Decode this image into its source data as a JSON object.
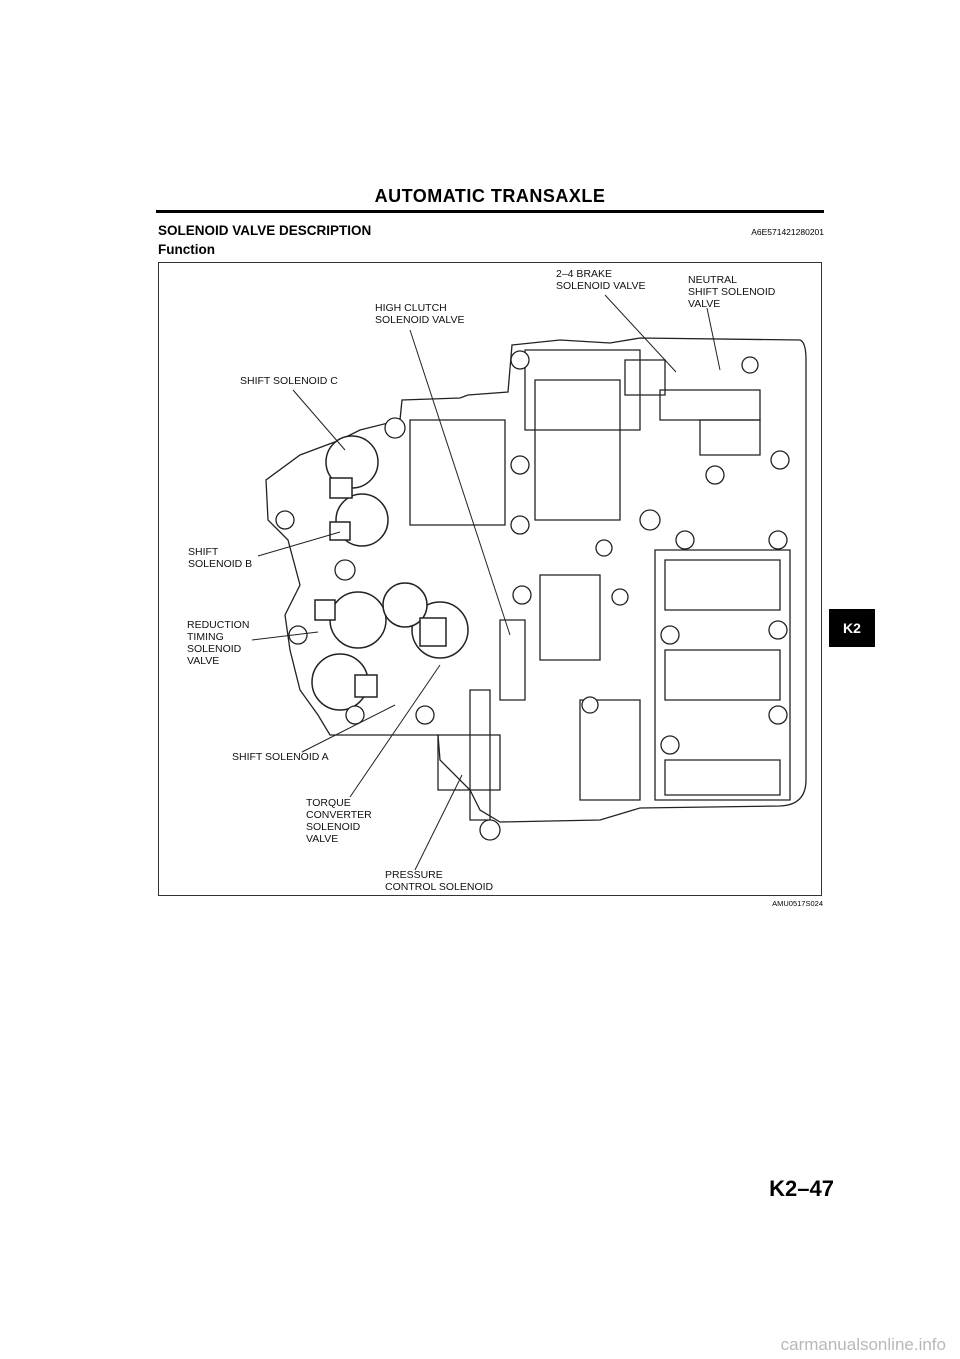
{
  "header": {
    "title": "AUTOMATIC TRANSAXLE"
  },
  "section": {
    "title": "SOLENOID VALVE DESCRIPTION",
    "code": "A6E571421280201",
    "subtitle": "Function"
  },
  "figure": {
    "code": "AMU0517S024",
    "labels": {
      "brake_2_4": [
        "2–4 BRAKE",
        "SOLENOID VALVE"
      ],
      "neutral": [
        "NEUTRAL",
        "SHIFT SOLENOID",
        "VALVE"
      ],
      "high_clutch": [
        "HIGH CLUTCH",
        "SOLENOID VALVE"
      ],
      "shift_c": [
        "SHIFT SOLENOID C"
      ],
      "shift_b": [
        "SHIFT",
        "SOLENOID B"
      ],
      "reduction": [
        "REDUCTION",
        "TIMING",
        "SOLENOID",
        "VALVE"
      ],
      "shift_a": [
        "SHIFT SOLENOID A"
      ],
      "torque": [
        "TORQUE",
        "CONVERTER",
        "SOLENOID",
        "VALVE"
      ],
      "pressure": [
        "PRESSURE",
        "CONTROL SOLENOID"
      ]
    }
  },
  "side_tab": {
    "label": "K2"
  },
  "footer": {
    "page_number": "K2–47",
    "watermark": "carmanualsonline.info"
  }
}
